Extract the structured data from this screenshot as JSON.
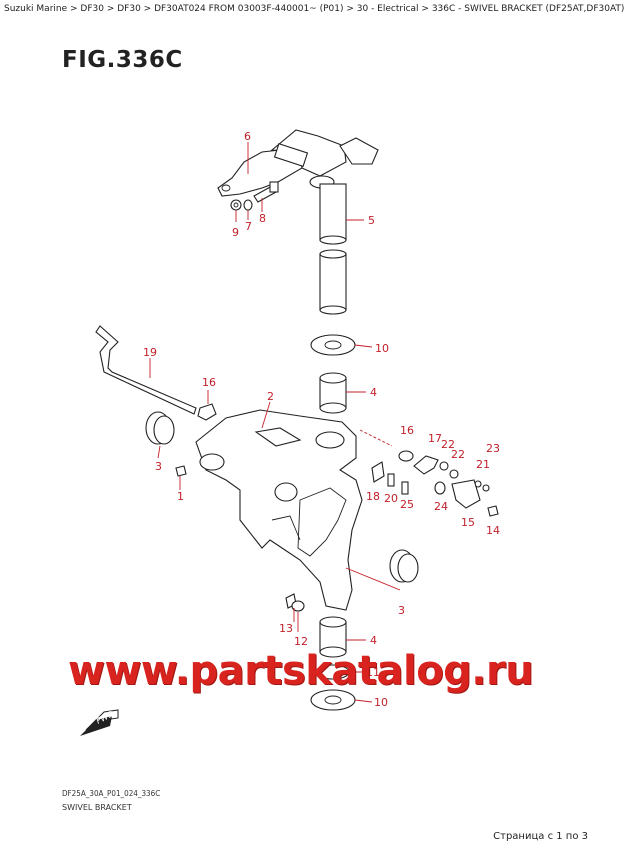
{
  "breadcrumb": {
    "items": [
      "Suzuki Marine",
      "DF30",
      "DF30",
      "DF30AT024 FROM 03003F-440001~ (P01)",
      "30 - Electrical",
      "336C - SWIVEL BRACKET (DF25AT,DF30AT)"
    ],
    "separator": " > "
  },
  "figure": {
    "title": "FIG.336C",
    "code": "DF25A_30A_P01_024_336C",
    "caption": "SWIVEL BRACKET",
    "fwd_label": "FWD"
  },
  "watermark": "www.partskatalog.ru",
  "pager": "Страница с 1 по 3",
  "callouts": [
    "6",
    "9",
    "7",
    "8",
    "5",
    "10",
    "19",
    "16",
    "2",
    "4",
    "3",
    "1",
    "16",
    "17",
    "22",
    "22",
    "21",
    "23",
    "18",
    "20",
    "25",
    "24",
    "15",
    "14",
    "3",
    "13",
    "12",
    "4",
    "11",
    "10"
  ],
  "colors": {
    "callout": "#c3202a",
    "watermark": "#d9231e",
    "line": "#222222"
  }
}
